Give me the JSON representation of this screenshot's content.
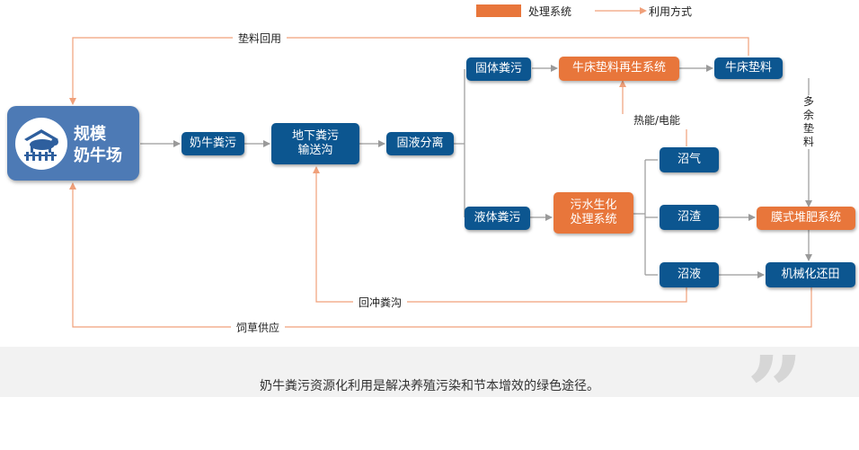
{
  "legend": {
    "process_label": "处理系统",
    "arrow_label": "利用方式",
    "process_color": "#e8763b",
    "arrow_color": "#f0a07a"
  },
  "farm": {
    "line1": "规模",
    "line2": "奶牛场",
    "icon": "cow-barn-icon"
  },
  "nodes": {
    "cow_manure": "奶牛粪污",
    "underground_line1": "地下粪污",
    "underground_line2": "输送沟",
    "separation": "固液分离",
    "solid_manure": "固体粪污",
    "bed_regen": "牛床垫料再生系统",
    "bedding": "牛床垫料",
    "liquid_manure": "液体粪污",
    "bio_line1": "污水生化",
    "bio_line2": "处理系统",
    "biogas": "沼气",
    "residue": "沼渣",
    "slurry": "沼液",
    "compost": "膜式堆肥系统",
    "field": "机械化还田"
  },
  "edge_labels": {
    "bedding_reuse": "垫料回用",
    "heat_power": "热能/电能",
    "excess_bedding": "多余垫料",
    "flush": "回冲粪沟",
    "forage": "饲草供应"
  },
  "footer": {
    "caption": "奶牛粪污资源化利用是解决养殖污染和节本增效的绿色途径。"
  },
  "colors": {
    "blue": "#0c5690",
    "orange": "#e8763b",
    "farm_blue": "#4d7ab5",
    "arrow": "#f0a07a",
    "gray_line": "#9a9a9a"
  }
}
